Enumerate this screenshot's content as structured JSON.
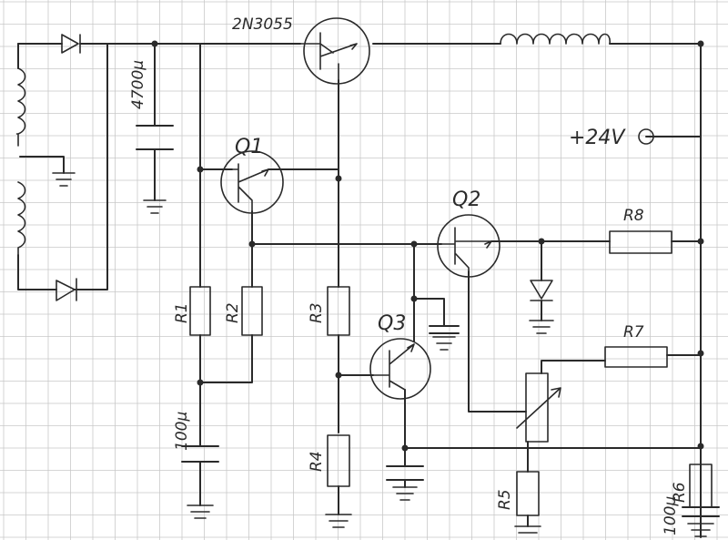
{
  "components": {
    "transistor_main": "2N3055",
    "q1": "Q1",
    "q2": "Q2",
    "q3": "Q3",
    "r1": "R1",
    "r2": "R2",
    "r3": "R3",
    "r4": "R4",
    "r5": "R5",
    "r6": "R6",
    "r7": "R7",
    "r8": "R8",
    "cap_main": "4700µ",
    "cap_small": "100µ",
    "cap_r6": "100µ",
    "supply": "+24V"
  }
}
